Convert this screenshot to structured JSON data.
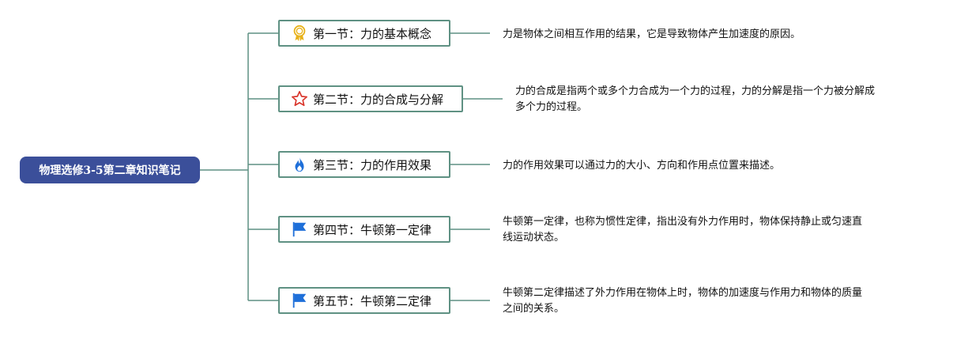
{
  "root": {
    "label": "物理选修3-5第二章知识笔记",
    "color": "#3b4f9a"
  },
  "line_color": "#5f9183",
  "topics": [
    {
      "label": "第一节：力的基本概念",
      "icon": "award-ribbon-icon",
      "icon_color": "#e8b21a",
      "note": "力是物体之间相互作用的结果，它是导致物体产生加速度的原因。"
    },
    {
      "label": "第二节：力的合成与分解",
      "icon": "star-outline-icon",
      "icon_color": "#d9352b",
      "note": "力的合成是指两个或多个力合成为一个力的过程，力的分解是指一个力被分解成\n多个力的过程。"
    },
    {
      "label": "第三节：力的作用效果",
      "icon": "flame-icon",
      "icon_color": "#1e6fd9",
      "note": "力的作用效果可以通过力的大小、方向和作用点位置来描述。"
    },
    {
      "label": "第四节：牛顿第一定律",
      "icon": "flag-icon",
      "icon_color": "#1e6fd9",
      "note": "牛顿第一定律，也称为惯性定律，指出没有外力作用时，物体保持静止或匀速直\n线运动状态。"
    },
    {
      "label": "第五节：牛顿第二定律",
      "icon": "flag-icon",
      "icon_color": "#1e6fd9",
      "note": "牛顿第二定律描述了外力作用在物体上时，物体的加速度与作用力和物体的质量\n之间的关系。"
    }
  ]
}
